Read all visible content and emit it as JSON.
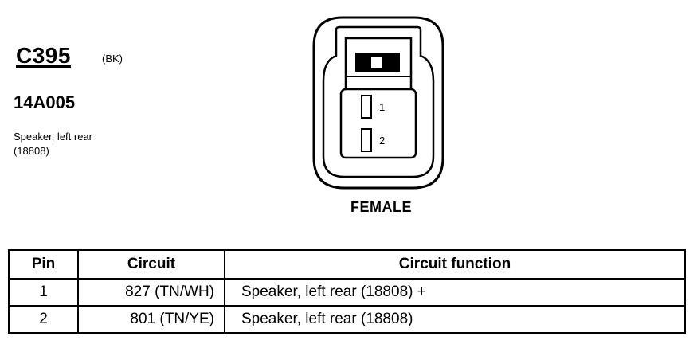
{
  "connector": {
    "id": "C395",
    "color_code": "(BK)",
    "part_number": "14A005",
    "description": "Speaker, left rear (18808)"
  },
  "diagram": {
    "pins": [
      "1",
      "2"
    ],
    "gender": "FEMALE"
  },
  "table": {
    "headers": {
      "pin": "Pin",
      "circuit": "Circuit",
      "function": "Circuit function"
    },
    "rows": [
      {
        "pin": "1",
        "circuit": "827 (TN/WH)",
        "function": "Speaker, left rear (18808) +"
      },
      {
        "pin": "2",
        "circuit": "801 (TN/YE)",
        "function": "Speaker, left rear (18808)"
      }
    ]
  }
}
